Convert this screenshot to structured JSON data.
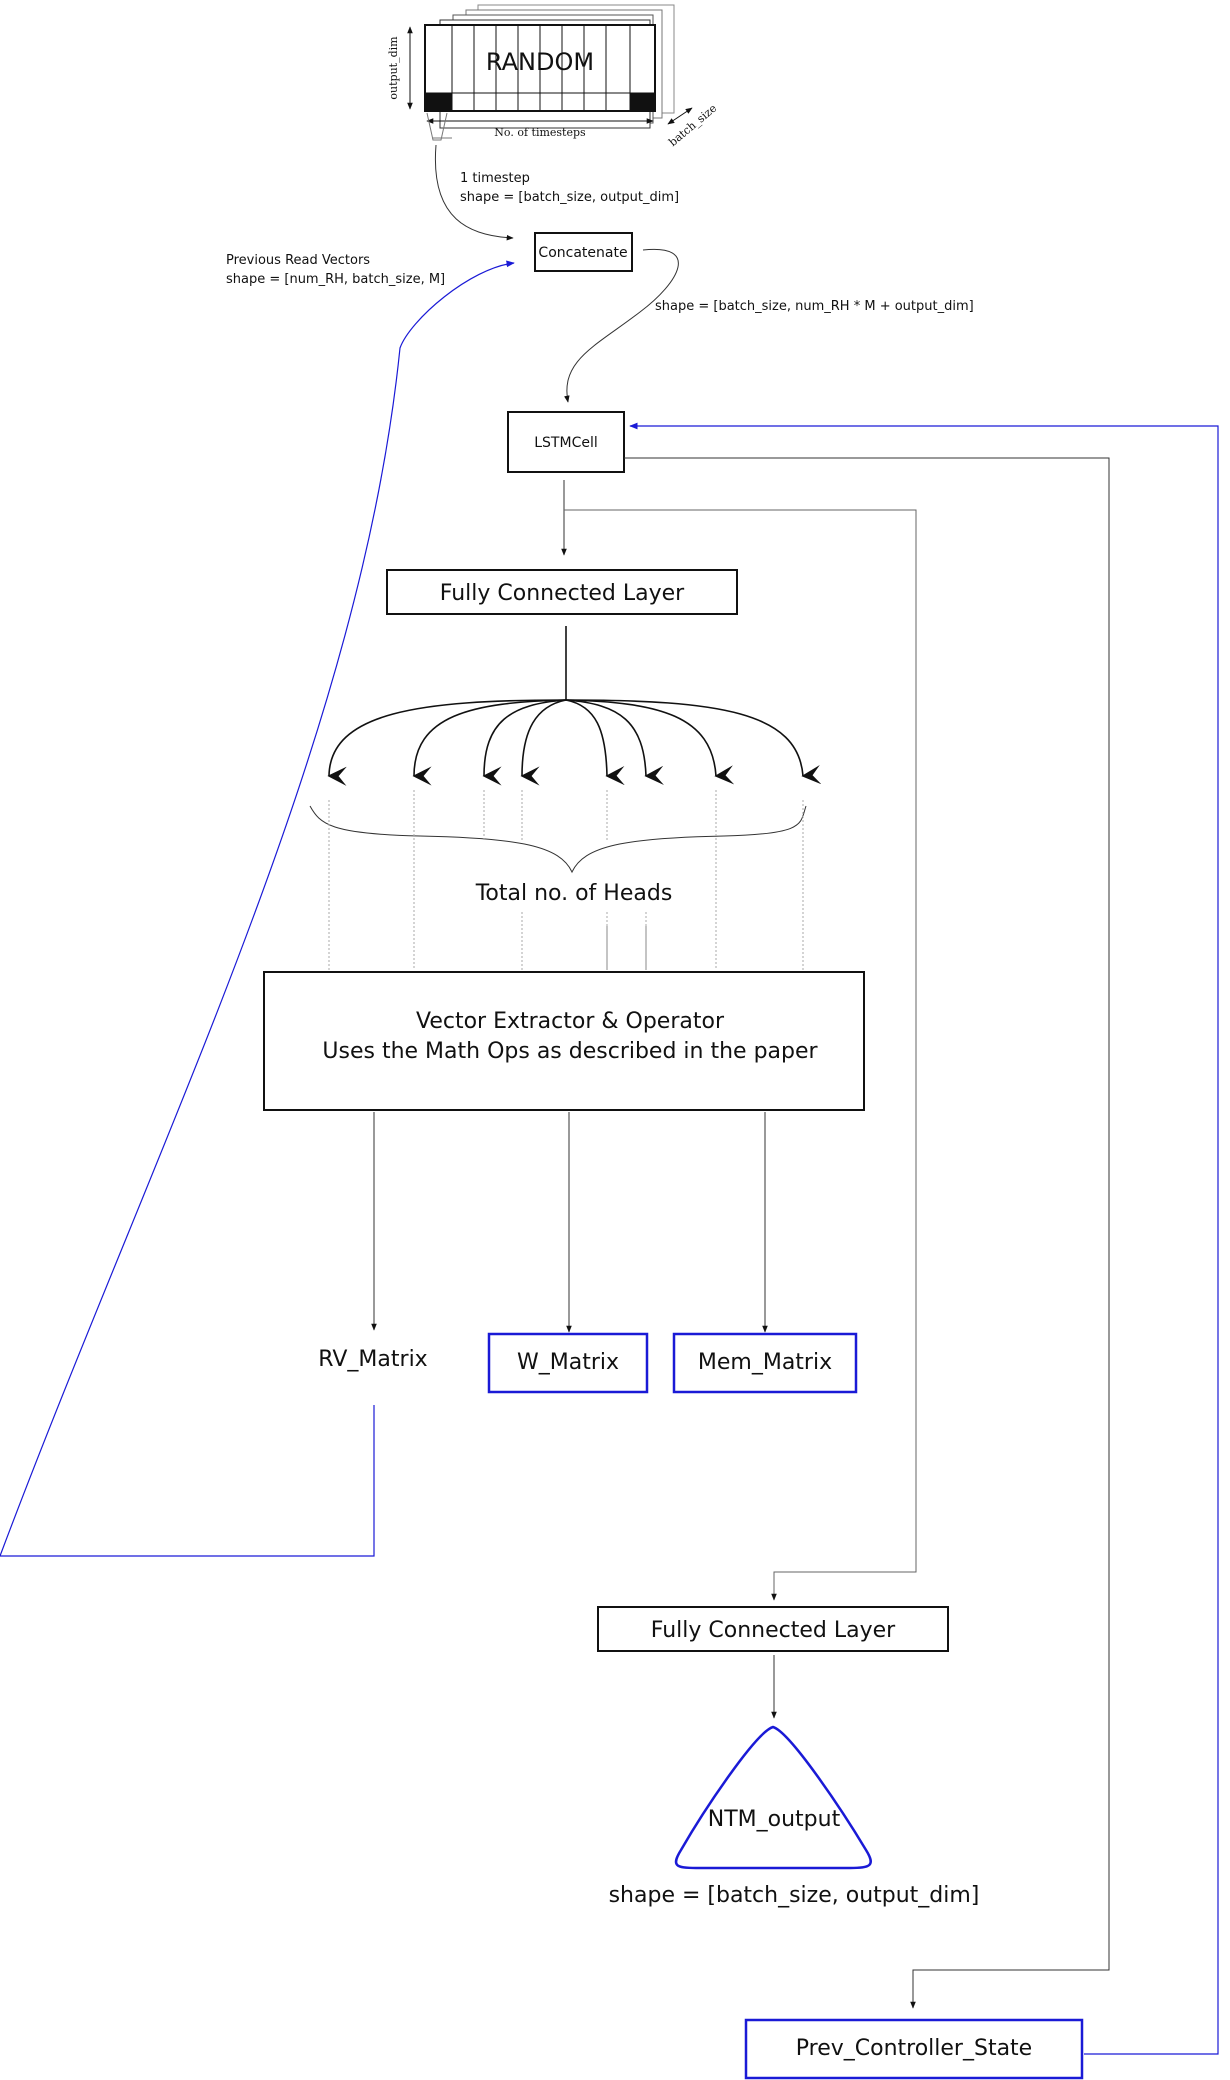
{
  "input": {
    "label": "RANDOM",
    "height_label": "output_dim",
    "width_label": "No. of timesteps",
    "depth_label": "batch_size"
  },
  "timestep_annotation": {
    "line1": "1 timestep",
    "line2": "shape = [batch_size, output_dim]"
  },
  "prev_read_annotation": {
    "line1": "Previous Read Vectors",
    "line2": "shape = [num_RH, batch_size, M]"
  },
  "concat": {
    "label": "Concatenate",
    "shape_label": "shape = [batch_size, num_RH * M + output_dim]"
  },
  "lstm": {
    "label": "LSTMCell"
  },
  "fc_top": {
    "label": "Fully Connected Layer"
  },
  "heads": {
    "label": "Total no. of Heads"
  },
  "extractor": {
    "line1": "Vector Extractor & Operator",
    "line2": "Uses the Math Ops as described in the paper"
  },
  "outputs": {
    "rv": "RV_Matrix",
    "w": "W_Matrix",
    "mem": "Mem_Matrix"
  },
  "fc_bottom": {
    "label": "Fully Connected Layer"
  },
  "ntm_output": {
    "label": "NTM_output",
    "shape_label": "shape = [batch_size, output_dim]"
  },
  "prev_state": {
    "label": "Prev_Controller_State"
  },
  "colors": {
    "black": "#111111",
    "blue": "#1a1ad6",
    "grey": "#555555",
    "light_grey": "#aaaaaa"
  }
}
